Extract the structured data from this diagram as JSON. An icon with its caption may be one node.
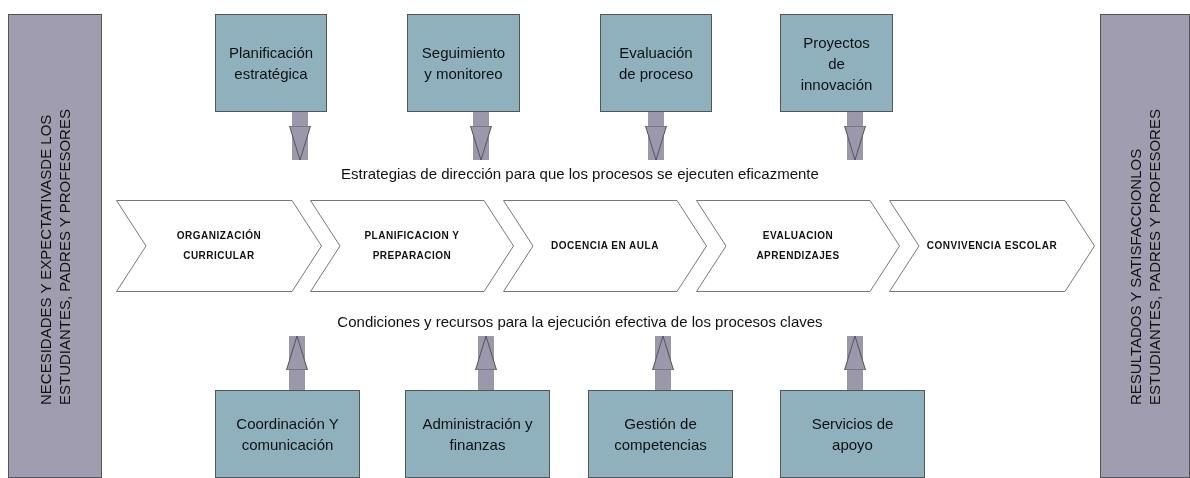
{
  "diagram": {
    "nodes": [
      {
        "text": [
          "NECESIDADES Y EXPECTATIVASDE LOS ESTUDIANTES, PADRES Y PROFESORES"
        ]
      },
      {
        "text": [
          "RESULTADOS Y  SATISFACCIONLOS ESTUDIANTES, PADRES Y PROFESORES"
        ]
      },
      {
        "text": [
          "Planificación estratégica"
        ]
      },
      {
        "text": [
          "Seguimiento y monitoreo"
        ]
      },
      {
        "text": [
          "Evaluación de proceso"
        ]
      },
      {
        "text": [
          "Proyectos de innovación"
        ]
      },
      {
        "text": [
          "Estrategias  de dirección para que los procesos se ejecuten eficazmente"
        ]
      },
      {
        "text": [
          "ORGANIZACIÓN CURRICULAR"
        ]
      },
      {
        "text": [
          "PLANIFICACION Y PREPARACION"
        ]
      },
      {
        "text": [
          "DOCENCIA EN AULA"
        ]
      },
      {
        "text": [
          "EVALUACION APRENDIZAJES"
        ]
      },
      {
        "text": [
          "CONVIVENCIA ESCOLAR"
        ]
      },
      {
        "text": [
          "Condiciones y recursos para la ejecución efectiva de los procesos claves"
        ]
      },
      {
        "text": [
          "Coordinación Y comunicación"
        ]
      },
      {
        "text": [
          "Administración y finanzas"
        ]
      },
      {
        "text": [
          "Gestión de competencias"
        ]
      },
      {
        "text": [
          "Servicios de apoyo"
        ]
      }
    ],
    "edges": [
      {
        "from": 2,
        "to": 6,
        "arrow": "to"
      },
      {
        "from": 3,
        "to": 6,
        "arrow": "to"
      },
      {
        "from": 4,
        "to": 6,
        "arrow": "to"
      },
      {
        "from": 5,
        "to": 6,
        "arrow": "to"
      },
      {
        "from": 13,
        "to": 12,
        "arrow": "to"
      },
      {
        "from": 14,
        "to": 12,
        "arrow": "to"
      },
      {
        "from": 15,
        "to": 12,
        "arrow": "to"
      },
      {
        "from": 16,
        "to": 12,
        "arrow": "to"
      }
    ]
  }
}
